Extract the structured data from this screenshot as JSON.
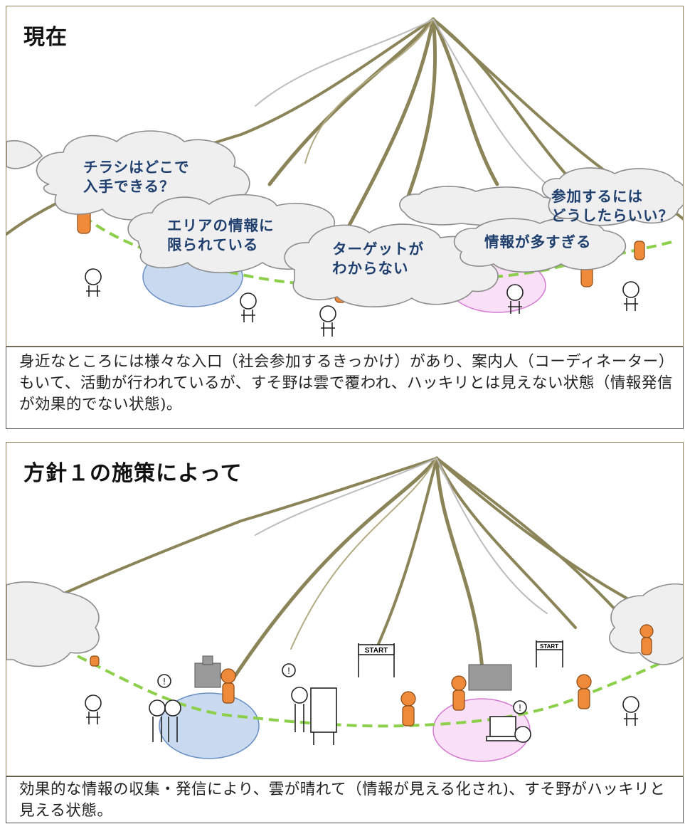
{
  "panel_current": {
    "title": "現在",
    "clouds": [
      {
        "line1": "チラシはどこで",
        "line2": "入手できる？"
      },
      {
        "line1": "エリアの情報に",
        "line2": "限られている"
      },
      {
        "line1": "ターゲットが",
        "line2": "わからない"
      },
      {
        "line1": "情報が多すぎる",
        "line2": ""
      },
      {
        "line1": "参加するには",
        "line2": "どうしたらいい？"
      }
    ],
    "caption": "身近なところには様々な入口（社会参加するきっかけ）があり、案内人（コーディネーター）もいて、活動が行われているが、すそ野は雲で覆われ、ハッキリとは見えない状態（情報発信が効果的でない状態)。"
  },
  "panel_policy": {
    "title": "方針１の施策によって",
    "start_signs": [
      "START",
      "START"
    ],
    "caption": "効果的な情報の収集・発信により、雲が晴れて（情報が見える化され)、すそ野がハッキリと見える状態。"
  },
  "colors": {
    "trail": "#8b8458",
    "trail_light": "#b2ab84",
    "dashed_path": "#8ccf4a",
    "area_blue": "#c9daf0",
    "area_pink": "#f9e0f6",
    "guide_orange": "#ee8a3a",
    "cloud_text": "#1f3f6e"
  },
  "icons": [
    "mountain-illustration",
    "cloud-icon",
    "guide-person-icon",
    "wondering-person-icon",
    "building-icon",
    "start-gate-icon",
    "whiteboard-icon",
    "computer-icon"
  ]
}
